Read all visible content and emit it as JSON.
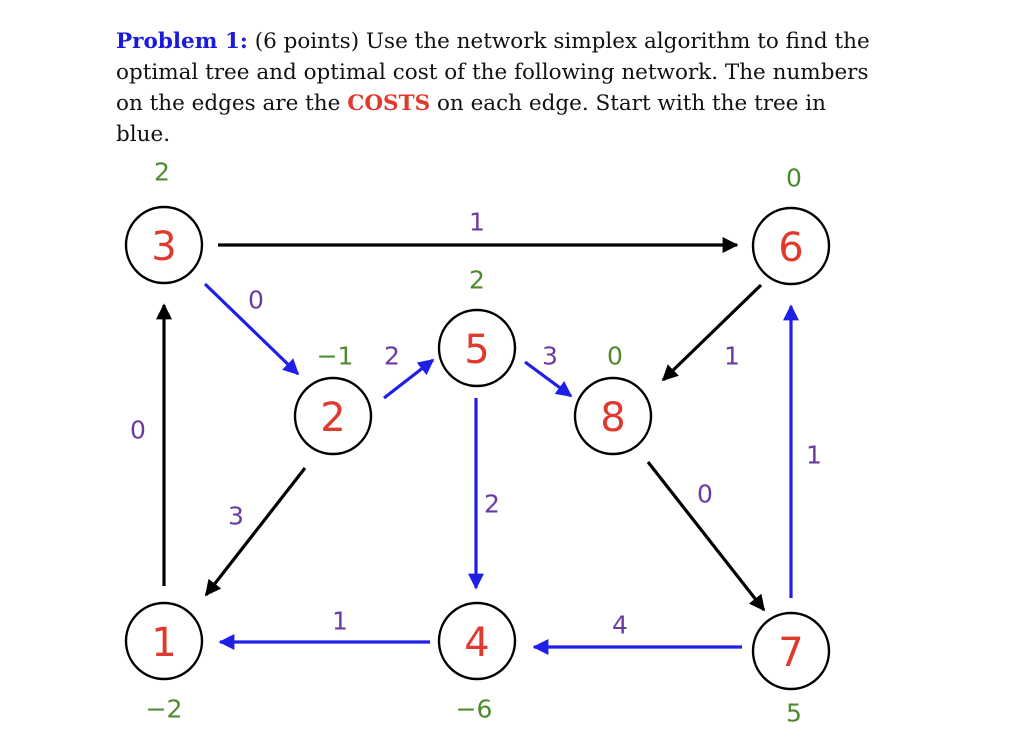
{
  "problem": {
    "label": "Problem 1:",
    "text_a": " (6 points) Use the network simplex algorithm to find the optimal tree and optimal cost of the following network. The numbers on the edges are the ",
    "costs_word": "COSTS",
    "text_b": " on each edge. Start with the tree in blue."
  },
  "colors": {
    "node_label": "#e03a2e",
    "edge_cost": "#6b3aa0",
    "potential": "#4e8a2e",
    "tree_edge": "#1f1fe6",
    "non_tree_edge": "#000000"
  },
  "nodes": [
    {
      "id": "1",
      "potential": "−2"
    },
    {
      "id": "2",
      "potential": "−1"
    },
    {
      "id": "3",
      "potential": "2"
    },
    {
      "id": "4",
      "potential": "−6"
    },
    {
      "id": "5",
      "potential": "2"
    },
    {
      "id": "6",
      "potential": "0"
    },
    {
      "id": "7",
      "potential": "5"
    },
    {
      "id": "8",
      "potential": "0"
    }
  ],
  "edges": [
    {
      "from": "3",
      "to": "6",
      "cost": "1",
      "tree": false
    },
    {
      "from": "3",
      "to": "2",
      "cost": "0",
      "tree": true
    },
    {
      "from": "1",
      "to": "3",
      "cost": "0",
      "tree": false
    },
    {
      "from": "2",
      "to": "5",
      "cost": "2",
      "tree": true
    },
    {
      "from": "2",
      "to": "1",
      "cost": "3",
      "tree": false
    },
    {
      "from": "5",
      "to": "8",
      "cost": "3",
      "tree": true
    },
    {
      "from": "5",
      "to": "4",
      "cost": "2",
      "tree": true
    },
    {
      "from": "6",
      "to": "8",
      "cost": "1",
      "tree": false
    },
    {
      "from": "8",
      "to": "7",
      "cost": "0",
      "tree": false
    },
    {
      "from": "7",
      "to": "6",
      "cost": "1",
      "tree": true
    },
    {
      "from": "4",
      "to": "1",
      "cost": "1",
      "tree": true
    },
    {
      "from": "7",
      "to": "4",
      "cost": "4",
      "tree": true
    }
  ]
}
